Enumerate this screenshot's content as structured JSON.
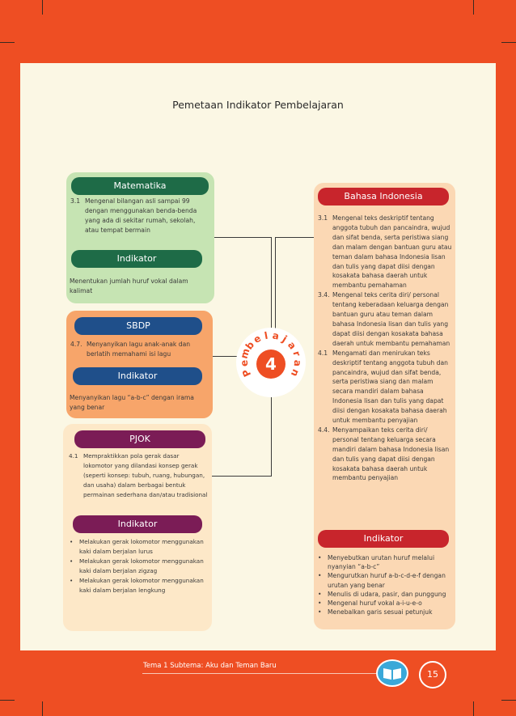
{
  "page": {
    "title": "Pemetaan Indikator Pembelajaran",
    "footer": "Tema 1 Subtema: Aku dan Teman Baru",
    "page_number": "15"
  },
  "hub": {
    "word": "Pembelajaran",
    "number": "4"
  },
  "matematika": {
    "title": "Matematika",
    "kd_num": "3.1",
    "kd_text": "Mengenal bilangan asli sampai 99 dengan menggunakan benda-benda yang ada di sekitar rumah, sekolah, atau tempat bermain",
    "indikator_label": "Indikator",
    "indikator_text": "Menentukan jumlah huruf vokal dalam kalimat"
  },
  "sbdp": {
    "title": "SBDP",
    "kd_num": "4.7.",
    "kd_text": "Menyanyikan lagu anak-anak dan berlatih memahami isi lagu",
    "indikator_label": "Indikator",
    "indikator_text": "Menyanyikan lagu “a-b-c” dengan irama yang benar"
  },
  "pjok": {
    "title": "PJOK",
    "kd_num": "4.1",
    "kd_text": "Mempraktikkan pola gerak dasar lokomotor yang dilandasi konsep gerak (seperti konsep: tubuh, ruang, hubungan, dan usaha) dalam berbagai bentuk permainan sederhana dan/atau tradisional",
    "indikator_label": "Indikator",
    "indikator_items": [
      "Melakukan gerak lokomotor menggunakan kaki dalam berjalan lurus",
      "Melakukan gerak lokomotor menggunakan kaki dalam berjalan zigzag",
      "Melakukan gerak lokomotor menggunakan kaki dalam berjalan lengkung"
    ]
  },
  "bahasa": {
    "title": "Bahasa Indonesia",
    "kd": [
      {
        "num": "3.1",
        "text": "Mengenal teks deskriptif tentang anggota tubuh dan pancaindra, wujud dan sifat benda, serta peristiwa siang dan malam dengan bantuan guru atau teman dalam bahasa Indonesia lisan dan tulis yang dapat diisi dengan kosakata bahasa daerah untuk membantu pemahaman"
      },
      {
        "num": "3.4.",
        "text": "Mengenal teks cerita diri/ personal tentang keberadaan keluarga dengan bantuan guru atau teman dalam bahasa Indonesia lisan dan tulis yang dapat diisi dengan kosakata bahasa daerah untuk membantu pemahaman"
      },
      {
        "num": "4.1",
        "text": "Mengamati dan menirukan teks deskriptif tentang anggota tubuh dan pancaindra, wujud dan sifat benda, serta peristiwa siang dan malam secara mandiri dalam bahasa Indonesia lisan dan tulis yang dapat diisi dengan kosakata bahasa daerah untuk membantu penyajian"
      },
      {
        "num": "4.4.",
        "text": "Menyampaikan teks cerita diri/ personal tentang keluarga secara mandiri dalam bahasa Indonesia lisan dan tulis yang dapat diisi dengan kosakata bahasa daerah untuk membantu penyajian"
      }
    ],
    "indikator_label": "Indikator",
    "indikator_items": [
      "Menyebutkan urutan huruf melalui nyanyian “a-b-c”",
      "Mengurutkan huruf a-b-c-d-e-f dengan urutan yang benar",
      "Menulis di udara, pasir, dan punggung",
      "Mengenal huruf vokal a-i-u-e-o",
      "Menebalkan garis sesuai petunjuk"
    ]
  },
  "colors": {
    "background": "#ee4e23",
    "matematika": "#1e6b47",
    "sbdp": "#1f4f8a",
    "pjok": "#7b1c56",
    "bahasa": "#c8252c"
  }
}
